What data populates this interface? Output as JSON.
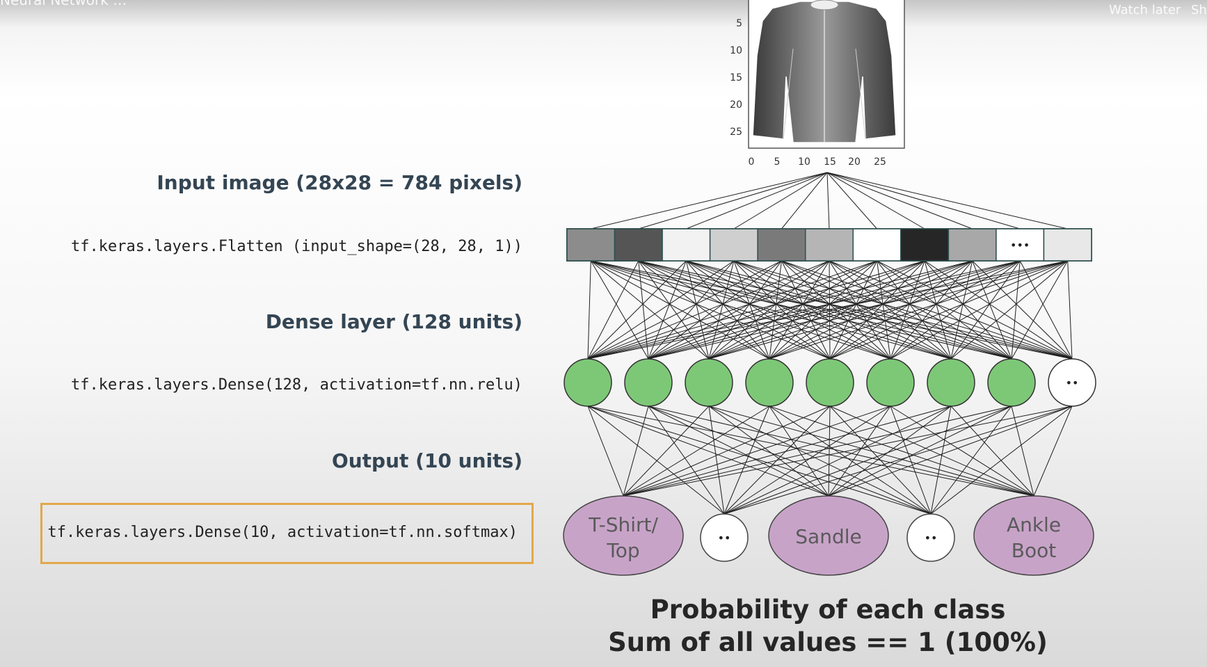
{
  "video_overlay": {
    "title": "Neural Network …",
    "watch_later": "Watch later",
    "share": "Sh"
  },
  "labels": {
    "input_heading": "Input image (28x28 = 784 pixels)",
    "flatten_code": "tf.keras.layers.Flatten (input_shape=(28, 28, 1))",
    "dense_heading": "Dense layer (128 units)",
    "dense_code": "tf.keras.layers.Dense(128, activation=tf.nn.relu)",
    "output_heading": "Output (10 units)",
    "output_code": "tf.keras.layers.Dense(10, activation=tf.nn.softmax)"
  },
  "input_image": {
    "y_ticks": [
      "5",
      "10",
      "15",
      "20",
      "25"
    ],
    "x_ticks": [
      "0",
      "5",
      "10",
      "15",
      "20",
      "25"
    ]
  },
  "flatten_cells": {
    "colors": [
      "#8c8c8c",
      "#555555",
      "#f2f2f2",
      "#cfcfcf",
      "#7a7a7a",
      "#b5b5b5",
      "#ffffff",
      "#262626",
      "#a8a8a8",
      "#ffffff",
      "#e8e8e8"
    ],
    "ellipsis": "•••"
  },
  "dense_nodes": {
    "count_green": 8,
    "green": "#7dc877",
    "ellipsis": "••"
  },
  "output_nodes": {
    "class_0_line1": "T-Shirt/",
    "class_0_line2": "Top",
    "class_sandal": "Sandle",
    "class_boot_line1": "Ankle",
    "class_boot_line2": "Boot",
    "ellipsis": "••",
    "purple": "#c8a3c8"
  },
  "caption": {
    "line1": "Probability of each class",
    "line2": "Sum of all values == 1 (100%)"
  },
  "colors": {
    "heading": "#344553",
    "highlight_border": "#e2a84a"
  }
}
